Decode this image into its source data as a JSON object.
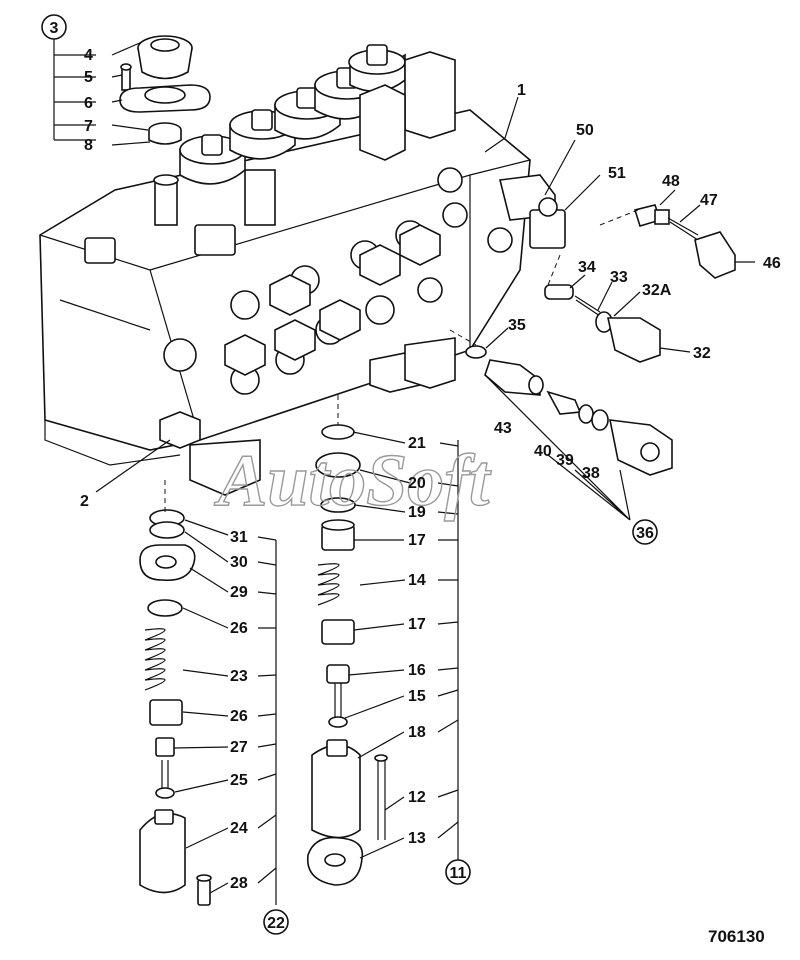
{
  "watermark": "AutoSoft",
  "figure_number": "706130",
  "callouts": [
    "1",
    "2",
    "4",
    "5",
    "6",
    "7",
    "8",
    "12",
    "13",
    "14",
    "15",
    "16",
    "17",
    "17b",
    "18",
    "19",
    "20",
    "21",
    "23",
    "24",
    "25",
    "26",
    "26b",
    "27",
    "28",
    "29",
    "30",
    "31",
    "32",
    "32A",
    "33",
    "34",
    "35",
    "38",
    "39",
    "40",
    "43",
    "46",
    "47",
    "48",
    "50",
    "51"
  ],
  "labels": {
    "1": "1",
    "2": "2",
    "4": "4",
    "5": "5",
    "6": "6",
    "7": "7",
    "8": "8",
    "12": "12",
    "13": "13",
    "14": "14",
    "15": "15",
    "16": "16",
    "17": "17",
    "17b": "17",
    "18": "18",
    "19": "19",
    "20": "20",
    "21": "21",
    "23": "23",
    "24": "24",
    "25": "25",
    "26": "26",
    "26b": "26",
    "27": "27",
    "28": "28",
    "29": "29",
    "30": "30",
    "31": "31",
    "32": "32",
    "32A": "32A",
    "33": "33",
    "34": "34",
    "35": "35",
    "38": "38",
    "39": "39",
    "40": "40",
    "43": "43",
    "46": "46",
    "47": "47",
    "48": "48",
    "50": "50",
    "51": "51"
  },
  "groups": {
    "g3": "3",
    "g11": "11",
    "g22": "22",
    "g36": "36"
  }
}
